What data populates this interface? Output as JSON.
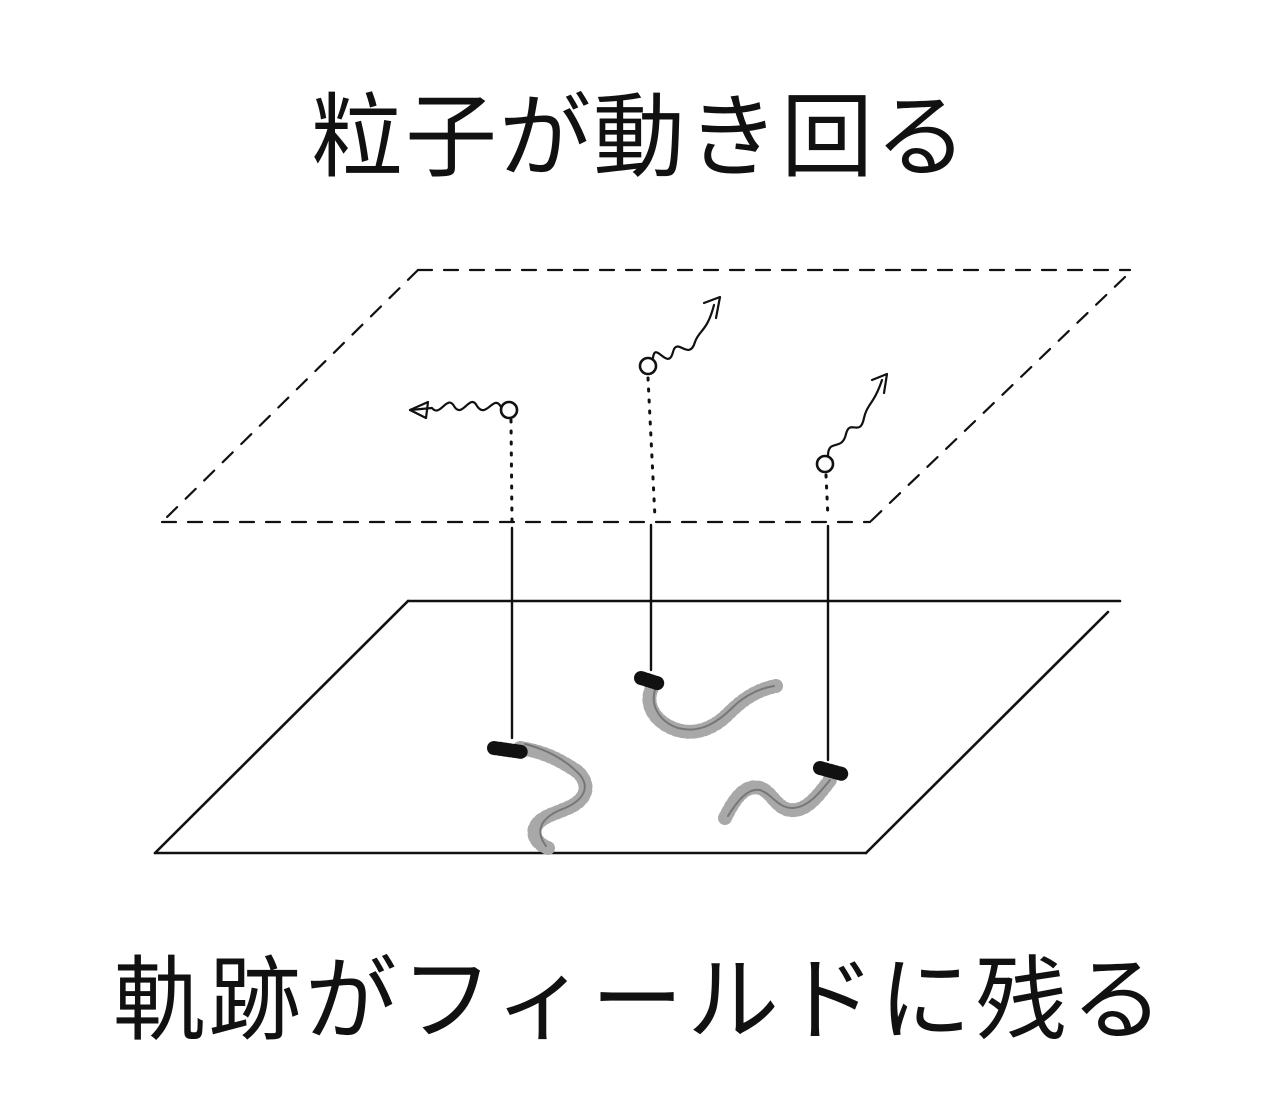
{
  "title_top": "粒子が動き回る",
  "title_bottom": "軌跡がフィールドに残る",
  "colors": {
    "ink": "#111111",
    "trail": "#777777",
    "trail_light": "#a8a8a8",
    "background": "#ffffff"
  },
  "particles": [
    {
      "id": "left",
      "motion": "arrow-left"
    },
    {
      "id": "middle",
      "motion": "arrow-up-right"
    },
    {
      "id": "right",
      "motion": "arrow-up-right"
    }
  ]
}
